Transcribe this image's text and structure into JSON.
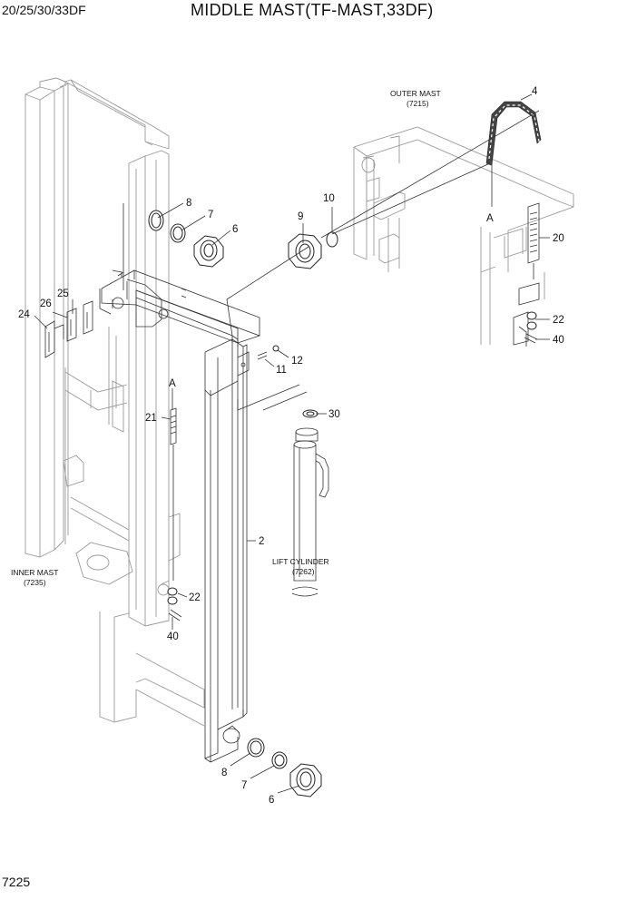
{
  "header": {
    "model": "20/25/30/33DF",
    "title": "MIDDLE MAST(TF-MAST,33DF)"
  },
  "page_number": "7225",
  "assemblies": {
    "outer_mast": {
      "name": "OUTER MAST",
      "ref": "(7215)"
    },
    "inner_mast": {
      "name": "INNER MAST",
      "ref": "(7235)"
    },
    "lift_cylinder": {
      "name": "LIFT CYLINDER",
      "ref": "(7262)"
    }
  },
  "callouts": [
    {
      "id": "c4",
      "label": "4"
    },
    {
      "id": "c8a",
      "label": "8"
    },
    {
      "id": "c7a",
      "label": "7"
    },
    {
      "id": "c6a",
      "label": "6"
    },
    {
      "id": "c9",
      "label": "9"
    },
    {
      "id": "c10",
      "label": "10"
    },
    {
      "id": "cA1",
      "label": "A"
    },
    {
      "id": "c20",
      "label": "20"
    },
    {
      "id": "c25",
      "label": "25"
    },
    {
      "id": "c26",
      "label": "26"
    },
    {
      "id": "c24",
      "label": "24"
    },
    {
      "id": "c22a",
      "label": "22"
    },
    {
      "id": "c40a",
      "label": "40"
    },
    {
      "id": "c12",
      "label": "12"
    },
    {
      "id": "c11",
      "label": "11"
    },
    {
      "id": "cA2",
      "label": "A"
    },
    {
      "id": "c21",
      "label": "21"
    },
    {
      "id": "c30",
      "label": "30"
    },
    {
      "id": "c2",
      "label": "2"
    },
    {
      "id": "c22b",
      "label": "22"
    },
    {
      "id": "c40b",
      "label": "40"
    },
    {
      "id": "c8b",
      "label": "8"
    },
    {
      "id": "c7b",
      "label": "7"
    },
    {
      "id": "c6b",
      "label": "6"
    }
  ]
}
